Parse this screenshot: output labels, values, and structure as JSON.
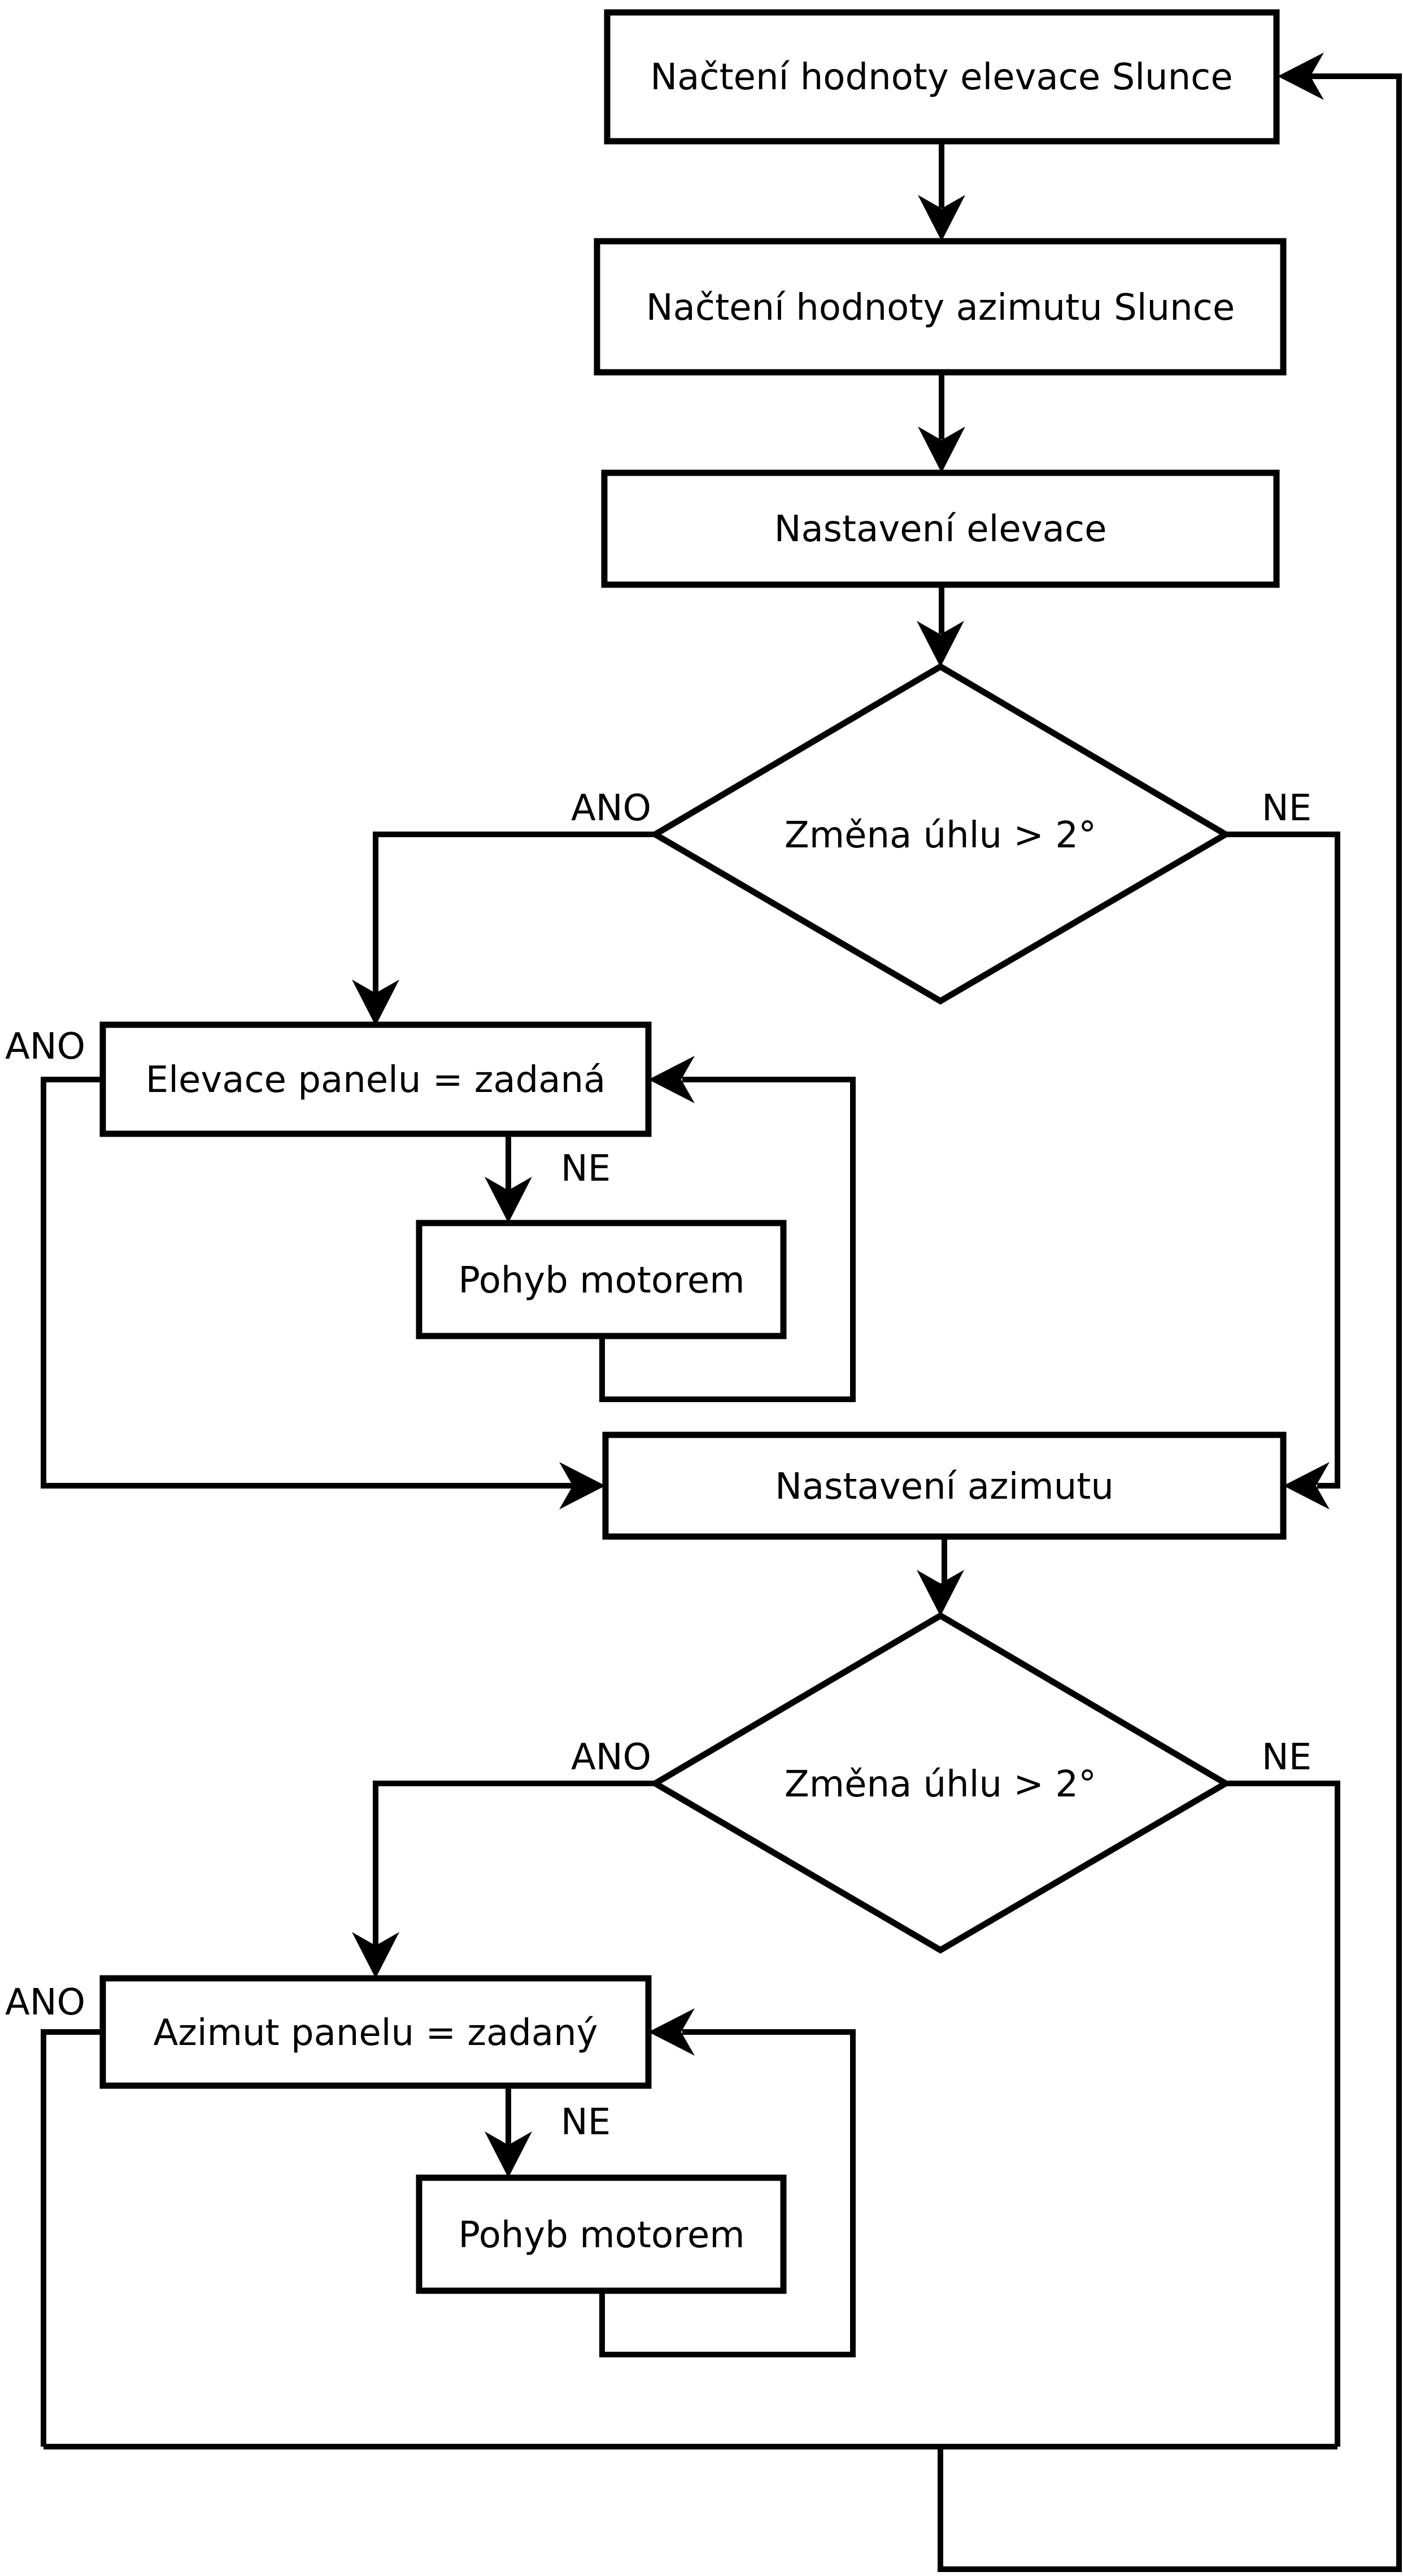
{
  "diagram": {
    "type": "flowchart",
    "colors": {
      "background": "#ffffff",
      "stroke": "#000000",
      "text": "#000000"
    },
    "nodes": {
      "load_elevation": {
        "type": "process",
        "label": "Načtení hodnoty elevace Slunce"
      },
      "load_azimuth": {
        "type": "process",
        "label": "Načtení hodnoty azimutu Slunce"
      },
      "set_elevation": {
        "type": "process",
        "label": "Nastavení elevace"
      },
      "decision_elevation": {
        "type": "decision",
        "label": "Změna úhlu > 2°"
      },
      "elevation_equal": {
        "type": "process",
        "label": "Elevace panelu = zadaná"
      },
      "motor_elevation": {
        "type": "process",
        "label": "Pohyb motorem"
      },
      "set_azimuth": {
        "type": "process",
        "label": "Nastavení azimutu"
      },
      "decision_azimuth": {
        "type": "decision",
        "label": "Změna úhlu > 2°"
      },
      "azimuth_equal": {
        "type": "process",
        "label": "Azimut panelu = zadaný"
      },
      "motor_azimuth": {
        "type": "process",
        "label": "Pohyb motorem"
      }
    },
    "edge_labels": {
      "decision_elevation_yes": "ANO",
      "decision_elevation_no": "NE",
      "elevation_equal_yes": "ANO",
      "elevation_equal_no": "NE",
      "decision_azimuth_yes": "ANO",
      "decision_azimuth_no": "NE",
      "azimuth_equal_yes": "ANO",
      "azimuth_equal_no": "NE"
    }
  }
}
